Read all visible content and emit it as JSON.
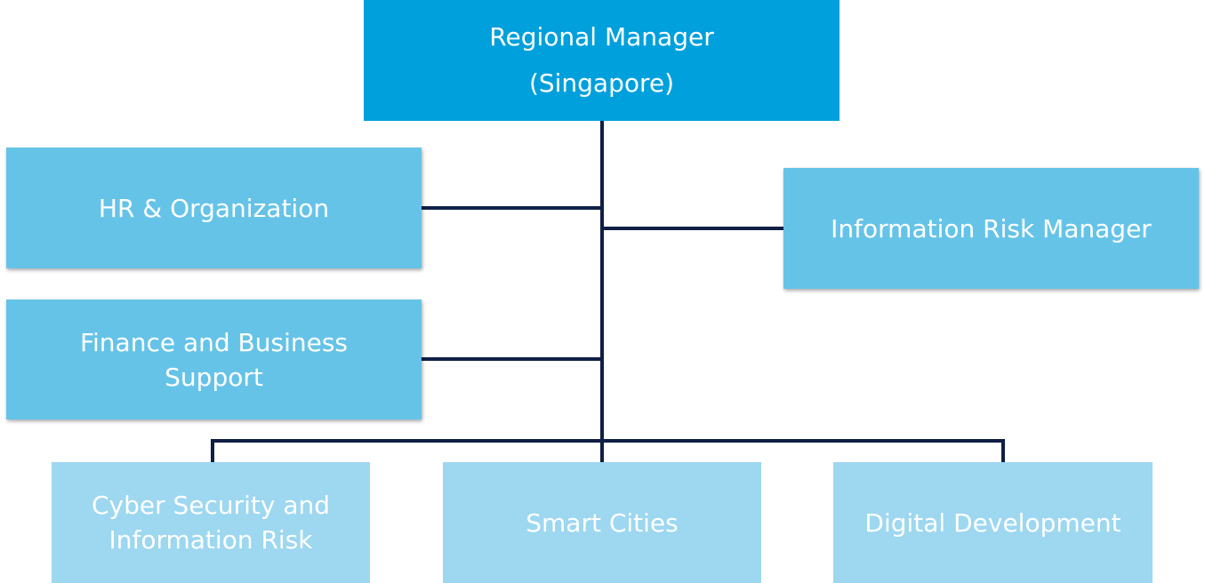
{
  "diagram": {
    "root": {
      "line1": "Regional Manager",
      "line2": "(Singapore)"
    },
    "staff_left": [
      {
        "label": "HR & Organization"
      },
      {
        "line1": "Finance and Business",
        "line2": "Support"
      }
    ],
    "staff_right": {
      "label": "Information Risk Manager"
    },
    "divisions": [
      {
        "line1": "Cyber Security and",
        "line2": "Information Risk"
      },
      {
        "label": "Smart Cities"
      },
      {
        "label": "Digital Development"
      }
    ]
  },
  "colors": {
    "root_fill": "#00a0dc",
    "staff_fill": "#66c3e8",
    "division_fill": "#9dd7f0",
    "connector": "#0f1f45",
    "text": "#ffffff"
  }
}
